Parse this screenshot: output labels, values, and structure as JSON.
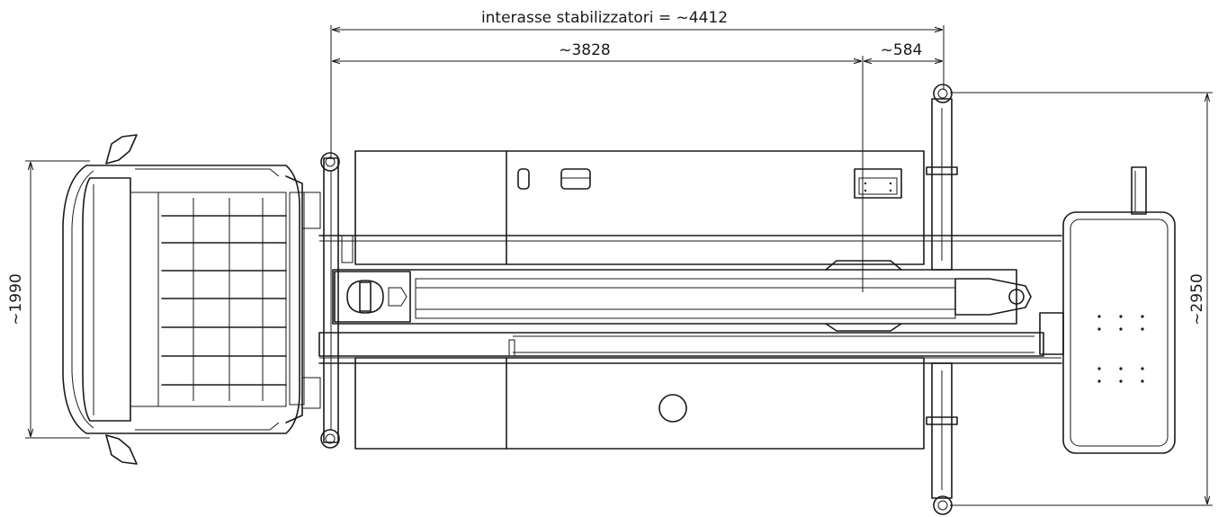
{
  "dimensions": {
    "outrigger_span": "interasse stabilizzatori = ~4412",
    "front_section": "~3828",
    "rear_section": "~584",
    "cab_width": "~1990",
    "outrigger_width": "~2950"
  },
  "colors": {
    "line": "#1a1a1a",
    "background": "#ffffff"
  }
}
